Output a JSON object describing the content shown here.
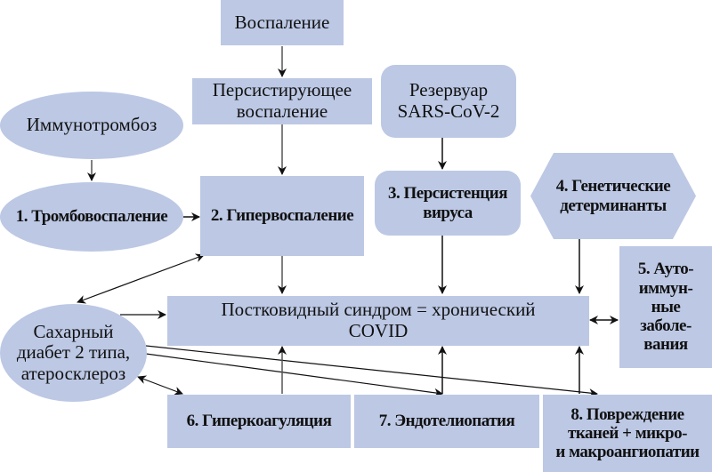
{
  "diagram": {
    "colors": {
      "node_fill": "#bcc8e4",
      "edge": "#111111",
      "edge_gray": "#555555"
    },
    "nodes": {
      "inflammation": "Воспаление",
      "persistent_inflammation": "Персистирующее\nвоспаление",
      "immunothrombosis": "Иммунотромбоз",
      "reservoir": "Резервуар\nSARS-CoV-2",
      "thromboinflammation": "1. Тромбовоспаление",
      "hyperinflammation": "2. Гипервоспаление",
      "viral_persistence": "3. Персистенция\nвируса",
      "genetic_determinants": "4. Генетические\nдетерминанты",
      "autoimmune": "5. Ауто-\nиммун-\nные\nзаболе-\nвания",
      "post_covid": "Постковидный синдром = хронический\nCOVID",
      "diabetes": "Сахарный\nдиабет 2 типа,\nатеросклероз",
      "hypercoagulation": "6. Гиперкоагуляция",
      "endotheliopathy": "7. Эндотелиопатия",
      "tissue_damage": "8. Повреждение\nтканей + микро-\nи макроангиопатии"
    }
  }
}
